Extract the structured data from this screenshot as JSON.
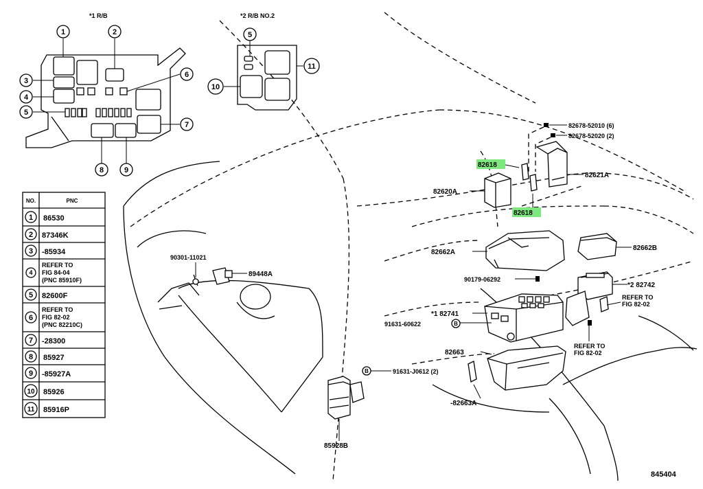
{
  "relay_block_1": {
    "title": "*1 R/B"
  },
  "relay_block_2": {
    "title": "*2 R/B NO.2"
  },
  "table": {
    "headers": [
      "NO.",
      "PNC"
    ],
    "rows": [
      {
        "no": "1",
        "pnc": [
          "86530"
        ]
      },
      {
        "no": "2",
        "pnc": [
          "87346K"
        ]
      },
      {
        "no": "3",
        "pnc": [
          "-85934"
        ]
      },
      {
        "no": "4",
        "pnc": [
          "REFER TO",
          "FIG 84-04",
          "(PNC 85910F)"
        ]
      },
      {
        "no": "5",
        "pnc": [
          "82600F"
        ]
      },
      {
        "no": "6",
        "pnc": [
          "REFER TO",
          "FIG 82-02",
          "(PNC 82210C)"
        ]
      },
      {
        "no": "7",
        "pnc": [
          "-28300"
        ]
      },
      {
        "no": "8",
        "pnc": [
          "85927"
        ]
      },
      {
        "no": "9",
        "pnc": [
          "-85927A"
        ]
      },
      {
        "no": "10",
        "pnc": [
          "85926"
        ]
      },
      {
        "no": "11",
        "pnc": [
          "85916P"
        ]
      }
    ]
  },
  "callouts": {
    "n1": "1",
    "n2": "2",
    "n3": "3",
    "n4": "4",
    "n5": "5",
    "n6": "6",
    "n7": "7",
    "n8": "8",
    "n9": "9",
    "n10": "10",
    "n11": "11",
    "n5b": "5",
    "b": "B"
  },
  "labels": {
    "p82678_52010": "82678-52010 (6)",
    "p82678_52020": "82678-52020 (2)",
    "p82618_top": "82618",
    "p82618_bottom": "82618",
    "p82621A": "82621A",
    "p82620A": "82620A",
    "p82662A": "82662A",
    "p82662B": "82662B",
    "p90301": "90301-11021",
    "p89448A": "89448A",
    "p90179": "90179-06292",
    "p82742": "*2 82742",
    "p82741": "*1 82741",
    "p91631_60622": "91631-60622",
    "refer_1a": "REFER TO",
    "refer_1b": "FIG 82-02",
    "refer_2a": "REFER TO",
    "refer_2b": "FIG 82-02",
    "p82663": "82663",
    "p91631_J0612": "91631-J0612 (2)",
    "p82663A": "-82663A",
    "p85928B": "85928B",
    "diagram_no": "845404"
  },
  "colors": {
    "highlight": "#7ee87e",
    "ink": "#000000"
  }
}
